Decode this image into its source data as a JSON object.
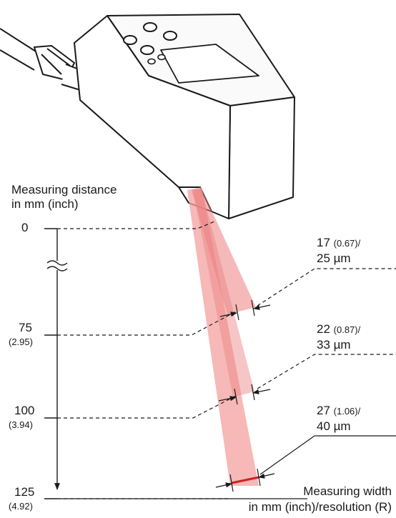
{
  "axis": {
    "title_line1": "Measuring distance",
    "title_line2": "in mm (inch)",
    "ticks": [
      {
        "mm": "0",
        "inch": ""
      },
      {
        "mm": "75",
        "inch": "(2.95)"
      },
      {
        "mm": "100",
        "inch": "(3.94)"
      },
      {
        "mm": "125",
        "inch": "(4.92)"
      }
    ]
  },
  "widths": [
    {
      "mm": "17",
      "inch": "(0.67)/",
      "res": "25 µm"
    },
    {
      "mm": "22",
      "inch": "(0.87)/",
      "res": "33 µm"
    },
    {
      "mm": "27",
      "inch": "(1.06)/",
      "res": "40 µm"
    }
  ],
  "footer": {
    "line1": "Measuring width",
    "line2": "in mm (inch)/resolution (R)"
  },
  "colors": {
    "beam": "#f08080",
    "beam_dark": "#e06060",
    "line": "#1a1a1a"
  },
  "icons": [
    "sensor-device",
    "axis-break-symbol",
    "dimension-arrow"
  ]
}
